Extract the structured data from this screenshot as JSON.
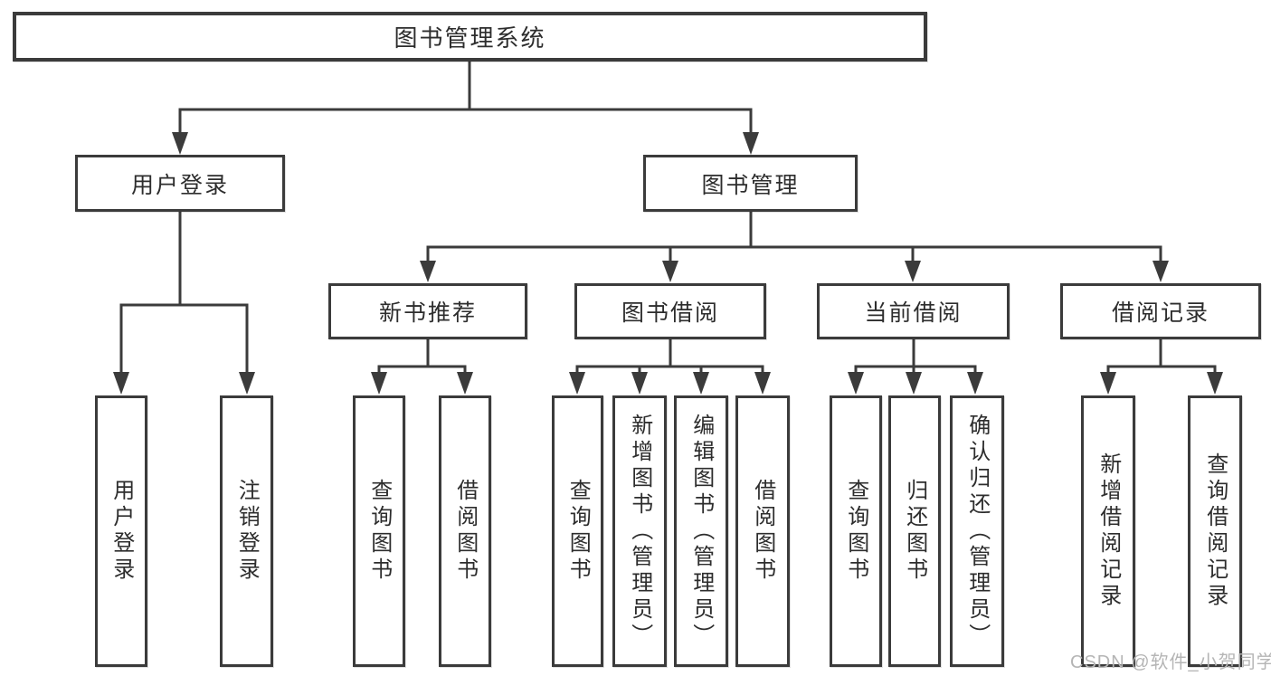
{
  "title": "图书管理系统",
  "tree": {
    "root": {
      "label": "图书管理系统"
    },
    "branches": [
      {
        "label": "用户登录",
        "children": [
          {
            "label": "用户登录"
          },
          {
            "label": "注销登录"
          }
        ]
      },
      {
        "label": "图书管理",
        "children": [
          {
            "label": "新书推荐",
            "children": [
              {
                "label": "查询图书"
              },
              {
                "label": "借阅图书"
              }
            ]
          },
          {
            "label": "图书借阅",
            "children": [
              {
                "label": "查询图书"
              },
              {
                "label": "新增图书（管理员）"
              },
              {
                "label": "编辑图书（管理员）"
              },
              {
                "label": "借阅图书"
              }
            ]
          },
          {
            "label": "当前借阅",
            "children": [
              {
                "label": "查询图书"
              },
              {
                "label": "归还图书"
              },
              {
                "label": "确认归还（管理员）"
              }
            ]
          },
          {
            "label": "借阅记录",
            "children": [
              {
                "label": "新增借阅记录"
              },
              {
                "label": "查询借阅记录"
              }
            ]
          }
        ]
      }
    ]
  },
  "watermark": {
    "text": "CSDN @软件_小贺同学"
  },
  "colors": {
    "line": "#3b3b3b",
    "text": "#2d2d2d",
    "watermark": "#b5b5b5",
    "background": "#ffffff"
  }
}
